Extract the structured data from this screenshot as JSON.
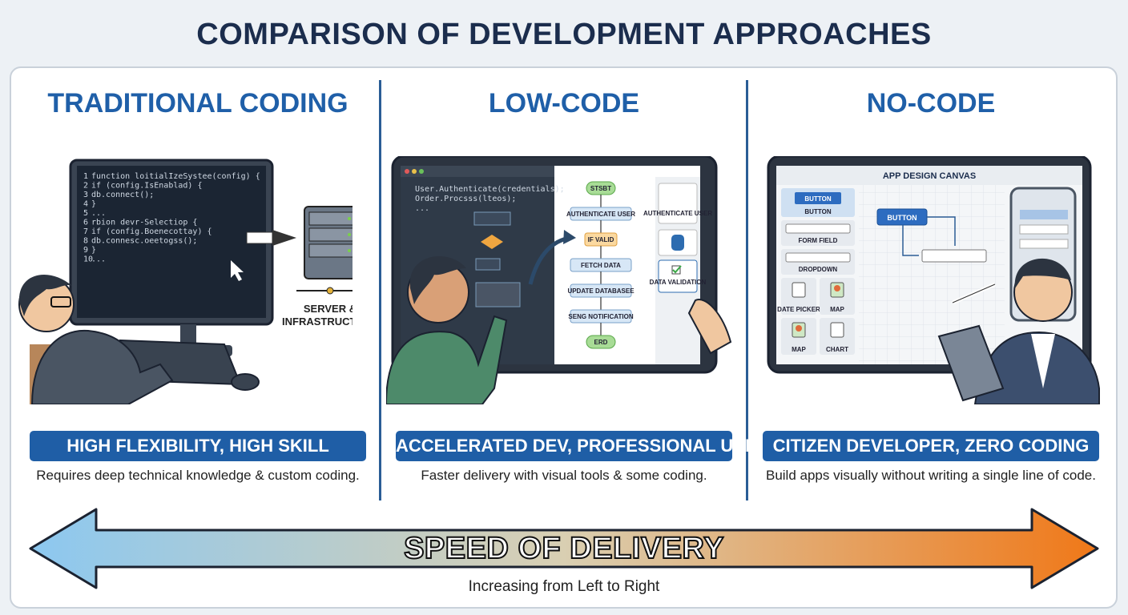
{
  "title": "COMPARISON OF DEVELOPMENT APPROACHES",
  "columns": [
    {
      "heading": "TRADITIONAL CODING",
      "banner": "HIGH FLEXIBILITY, HIGH SKILL",
      "description": "Requires deep technical knowledge & custom coding.",
      "code_lines": [
        "function loitialIzeSystee(config) {",
        "  if (config.IsEnablad) {",
        "    db.connect();",
        "  }",
        "  ...",
        "rbion devr-Selectiop {",
        "  if (config.Boenecottay) {",
        "    db.connesc.oeetogss();",
        "  }",
        "  ..."
      ],
      "server_label": "SERVER & INFRASTRUCTURE",
      "icons": [
        "monitor-icon",
        "server-icon",
        "cursor-icon",
        "keyboard-icon",
        "mouse-icon"
      ]
    },
    {
      "heading": "LOW-CODE",
      "banner": "ACCELERATED DEV, PROFESSIONAL USE",
      "description": "Faster delivery with visual tools & some coding.",
      "code_lines": [
        "User.Authenticate(credentials);",
        "Order.Procsss(lteos);",
        "..."
      ],
      "flow_steps": [
        "STSBT",
        "AUTHENTICATE USER",
        "IF VALID",
        "FETCH DATA",
        "UPDATE DATABASEE",
        "SENG NOTIFICATION",
        "ERD"
      ],
      "side_tiles": [
        "AUTHENTICATE USER",
        "",
        "DATA VALIDATION"
      ],
      "icons": [
        "key-icon",
        "database-icon",
        "mail-icon",
        "checkbox-icon"
      ]
    },
    {
      "heading": "NO-CODE",
      "banner": "CITIZEN DEVELOPER, ZERO CODING",
      "description": "Build apps visually without writing a single line of code.",
      "canvas_title": "APP DESIGN CANVAS",
      "palette": [
        "BUTTON",
        "FORM FIELD",
        "DROPDOWN",
        "DATE PICKER",
        "MAP",
        "MAP",
        "CHART"
      ],
      "canvas_button": "BUTTON",
      "palette_button": "BUTTON",
      "icons": [
        "calendar-icon",
        "map-pin-icon",
        "chart-icon",
        "phone-icon",
        "stylus-icon",
        "tablet-icon"
      ]
    }
  ],
  "arrow": {
    "label": "SPEED OF DELIVERY",
    "sublabel": "Increasing from Left to Right",
    "color_start": "#8cc8f0",
    "color_end": "#f07818"
  },
  "colors": {
    "accent": "#1f5ea6",
    "title": "#1b2d4d"
  }
}
